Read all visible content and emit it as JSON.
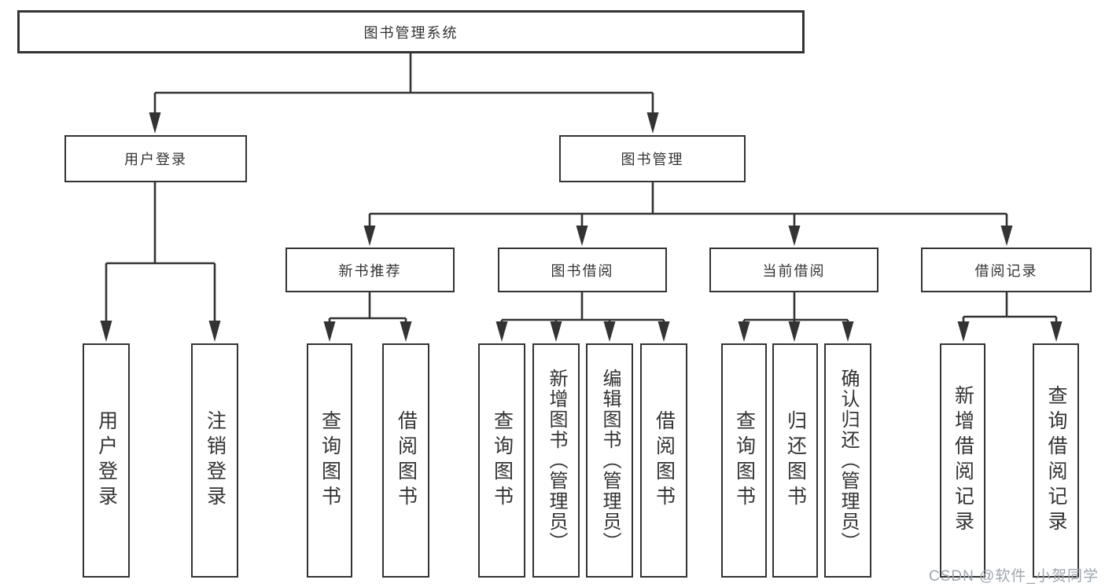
{
  "diagram": {
    "title": "图书管理系统",
    "watermark": "CSDN @软件_小贺同学",
    "colors": {
      "line": "#333333",
      "text": "#333333",
      "box_background": "#ffffff",
      "watermark": "#9ea6ae"
    }
  },
  "nodes": {
    "root": {
      "label": "图书管理系统"
    },
    "level1": [
      {
        "label": "用户登录"
      },
      {
        "label": "图书管理"
      }
    ],
    "level2": [
      {
        "label": "新书推荐"
      },
      {
        "label": "图书借阅"
      },
      {
        "label": "当前借阅"
      },
      {
        "label": "借阅记录"
      }
    ],
    "leaves": [
      {
        "label": "用户登录",
        "parent": "用户登录"
      },
      {
        "label": "注销登录",
        "parent": "用户登录"
      },
      {
        "label": "查询图书",
        "parent": "新书推荐"
      },
      {
        "label": "借阅图书",
        "parent": "新书推荐"
      },
      {
        "label": "查询图书",
        "parent": "图书借阅"
      },
      {
        "label": "新增图书（管理员）",
        "parent": "图书借阅"
      },
      {
        "label": "编辑图书（管理员）",
        "parent": "图书借阅"
      },
      {
        "label": "借阅图书",
        "parent": "图书借阅"
      },
      {
        "label": "查询图书",
        "parent": "当前借阅"
      },
      {
        "label": "归还图书",
        "parent": "当前借阅"
      },
      {
        "label": "确认归还（管理员）",
        "parent": "当前借阅"
      },
      {
        "label": "新增借阅记录",
        "parent": "借阅记录"
      },
      {
        "label": "查询借阅记录",
        "parent": "借阅记录"
      }
    ]
  }
}
